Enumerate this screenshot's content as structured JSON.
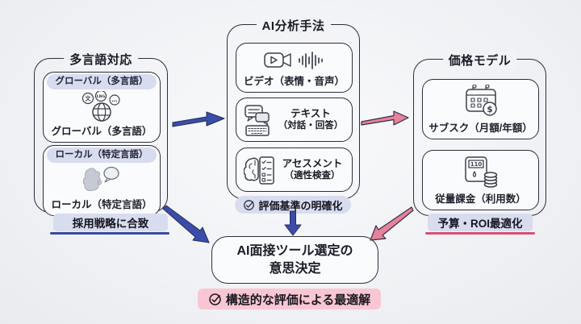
{
  "colors": {
    "background": "#f0f1f4",
    "box_border": "#2e2e3d",
    "badge_lavender": "#d8dcef",
    "badge_pink": "#f9c7d3",
    "arrow_blue": "#3b4da8",
    "arrow_pink": "#e8819b",
    "underline_blue": "#3a4aa5",
    "underline_pink": "#d94f72",
    "text_dark": "#1b1b26"
  },
  "left_panel": {
    "title": "多言語対応",
    "global_card": {
      "badge": "グローバル（多言語）",
      "label": "グローバル（多言語）",
      "icon": "globe-languages-icon",
      "bubble_text_1": "文",
      "bubble_text_2": "LNG",
      "bubble_text_3": "…"
    },
    "local_card": {
      "badge": "ローカル（特定言語）",
      "label": "ローカル（特定言語）",
      "icon": "map-speech-icon"
    },
    "caption": "採用戦略に合致"
  },
  "center_panel": {
    "title": "AI分析手法",
    "video_card": {
      "label": "ビデオ（表情・音声）",
      "icons": [
        "video-camera-icon",
        "waveform-icon"
      ]
    },
    "text_card": {
      "label_line1": "テキスト",
      "label_line2": "（対話・回答）",
      "icons": [
        "chat-bubbles-icon",
        "keyboard-icon"
      ]
    },
    "assessment_card": {
      "label_line1": "アセスメント",
      "label_line2": "（適性検査）",
      "icons": [
        "brain-icon",
        "checklist-icon"
      ]
    },
    "caption": "評価基準の明確化"
  },
  "right_panel": {
    "title": "価格モデル",
    "subscription_card": {
      "label": "サブスク（月額/年額）",
      "icon": "calendar-dollar-icon",
      "dollar_sign": "$"
    },
    "payperuse_card": {
      "label": "従量課金（利用数）",
      "icon": "meter-coins-icon",
      "meter_display": "110"
    },
    "caption": "予算・ROI最適化"
  },
  "decision_box": {
    "line1": "AI面接ツール選定の",
    "line2": "意思決定"
  },
  "conclusion": {
    "text": "構造的な評価による最適解"
  }
}
